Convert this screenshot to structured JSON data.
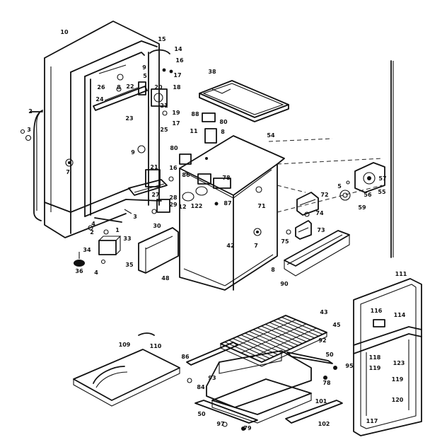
{
  "callouts": {
    "c10": "10",
    "c15": "15",
    "c14": "14",
    "c16a": "16",
    "c17a": "17",
    "c5a": "5",
    "c9a": "9",
    "c8a": "8",
    "c26": "26",
    "c22": "22",
    "c20a": "20",
    "c18": "18",
    "c24": "24",
    "c23": "23",
    "c19": "19",
    "c21": "21",
    "c17b": "17",
    "c25": "25",
    "c2": "2",
    "c3a": "3",
    "c7a": "7",
    "c9b": "9",
    "c21b": "21",
    "c16b": "16",
    "c27": "27",
    "c28": "28",
    "c29": "29",
    "c30": "30",
    "c3b": "3",
    "c1": "1",
    "c4a": "4",
    "c2b": "2",
    "c34": "34",
    "c33": "33",
    "c36": "36",
    "c4b": "4",
    "c35": "35",
    "c38": "38",
    "c88": "88",
    "c11": "11",
    "c80a": "80",
    "c8b": "8",
    "c54": "54",
    "c80b": "80",
    "c86": "86",
    "c78": "78",
    "c12": "12",
    "c122": "122",
    "c87": "87",
    "c71": "71",
    "c72": "72",
    "c74": "74",
    "c73": "73",
    "c75": "75",
    "c42": "42",
    "c7b": "7",
    "c8c": "8",
    "c90": "90",
    "c48": "48",
    "c57": "57",
    "c5b": "5",
    "c55": "55",
    "c56": "56",
    "c59": "59",
    "c43": "43",
    "c45": "45",
    "c92": "92",
    "c110": "110",
    "c109": "109",
    "c86b": "86",
    "c50a": "50",
    "c95": "95",
    "c93": "93",
    "c84": "84",
    "c78b": "78",
    "c101": "101",
    "c50b": "50",
    "c97": "97",
    "c79": "79",
    "c102": "102",
    "c111": "111",
    "c116": "116",
    "c114": "114",
    "c118": "118",
    "c123": "123",
    "c119": "119",
    "c120": "120",
    "c117": "117"
  }
}
